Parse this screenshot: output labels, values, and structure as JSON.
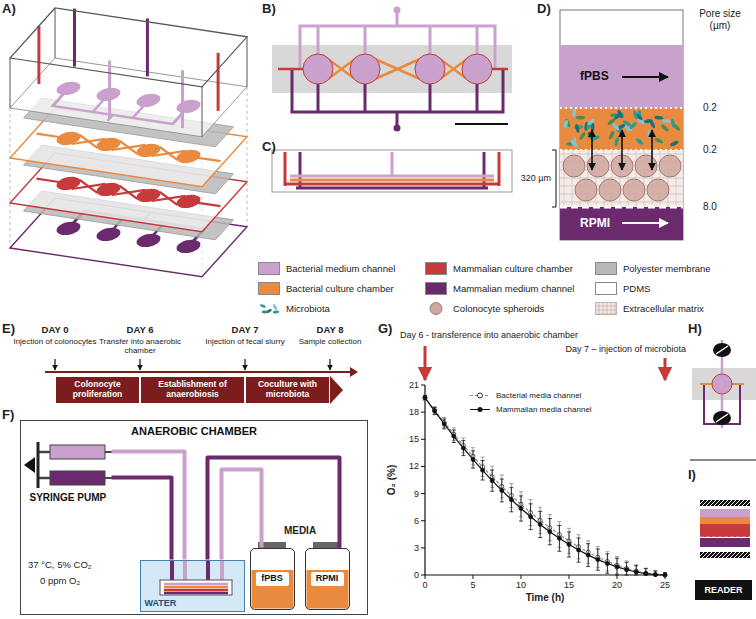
{
  "diagram": {
    "nodes": [
      {
        "text": [
          "fPBS"
        ]
      },
      {
        "text": [
          "RPMI"
        ]
      },
      {
        "text": [
          "Colonocyte proliferation"
        ]
      },
      {
        "text": [
          "Establishment of anaerobiosis"
        ]
      },
      {
        "text": [
          "Coculture with microbiota"
        ]
      },
      {
        "text": [
          "ANAEROBIC CHAMBER"
        ]
      },
      {
        "text": [
          "SYRINGE PUMP"
        ],
        "in": 5
      },
      {
        "text": [
          "WATER"
        ],
        "in": 5
      },
      {
        "text": [
          "fPBS"
        ],
        "in": 5
      },
      {
        "text": [
          "RPMI"
        ],
        "in": 5
      },
      {
        "text": [
          "READER"
        ]
      }
    ],
    "edges": [
      {
        "from": 8,
        "to": 7,
        "arrow": "none"
      },
      {
        "from": 9,
        "to": 7,
        "arrow": "none"
      },
      {
        "from": 7,
        "to": 6,
        "arrow": "none"
      },
      {
        "from": 7,
        "to": 6,
        "arrow": "none"
      }
    ],
    "labels": [
      "A)",
      "B)",
      "C)",
      "D)",
      "Pore size (µm)",
      "0.2",
      "0.2",
      "320 µm",
      "8.0",
      "E)",
      "DAY 0",
      "Injection of colonocytes",
      "DAY 6",
      "Transfer into anaerobic chamber",
      "DAY 7",
      "Injection of fecal slurry",
      "DAY 8",
      "Sample collection",
      "F)",
      "37 °C, 5% CO₂",
      "0 ppm O₂",
      "MEDIA",
      "G)",
      "Day 6 - transference into anaerobic chamber",
      "Day 7 – injection of microbiota",
      "O₂ (%)",
      "Time (h)",
      "0",
      "3",
      "6",
      "9",
      "12",
      "15",
      "18",
      "21",
      "0",
      "5",
      "10",
      "15",
      "20",
      "25",
      "H)",
      "I)"
    ],
    "legend": [
      {
        "text": "Bacterial medium channel",
        "color": "#c9a1cc"
      },
      {
        "text": "Mammalian culture chamber",
        "color": "#c63a3c"
      },
      {
        "text": "Polyester membrane",
        "color": "#b8b8b8"
      },
      {
        "text": "Bacterial culture chamber",
        "color": "#e98a3f"
      },
      {
        "text": "Mammalian medium channel",
        "color": "#6b2a6d"
      },
      {
        "text": "PDMS",
        "color": "#ffffff"
      },
      {
        "text": "Microbiota"
      },
      {
        "text": "Colonocyte spheroids"
      },
      {
        "text": "Extracellular matrix"
      },
      {
        "text": "Bacterial media channel"
      },
      {
        "text": "Mammalian media channel"
      }
    ]
  }
}
